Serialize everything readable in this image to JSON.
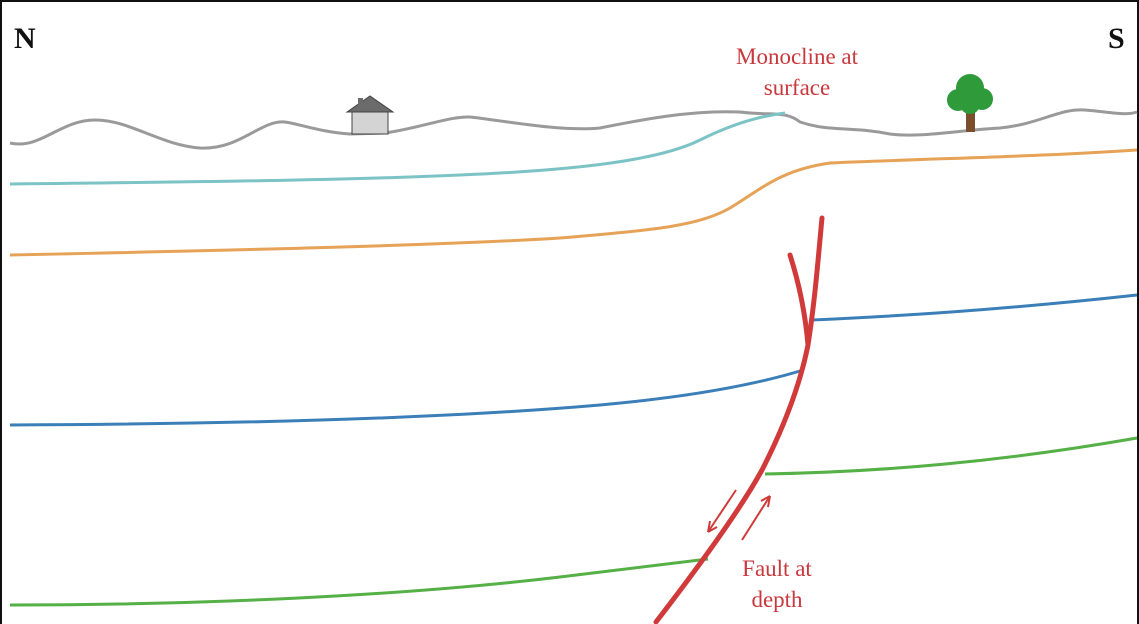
{
  "directions": {
    "left": "N",
    "right": "S"
  },
  "annotations": {
    "monocline": [
      "Monocline at",
      "surface"
    ],
    "fault": [
      "Fault at",
      "depth"
    ]
  },
  "colors": {
    "surface": "#9a9a9a",
    "layer_cyan": "#7cc3c6",
    "layer_orange": "#e6a257",
    "layer_blue": "#3b7fb8",
    "layer_green": "#55b046",
    "fault": "#d13a3a",
    "annotation_text": "#c8383c",
    "house_roof": "#6b6b6b",
    "house_wall": "#d4d4d4",
    "tree_canopy": "#2f9a3a",
    "tree_trunk": "#7a4e2d"
  },
  "icons": [
    "house-icon",
    "tree-icon"
  ]
}
